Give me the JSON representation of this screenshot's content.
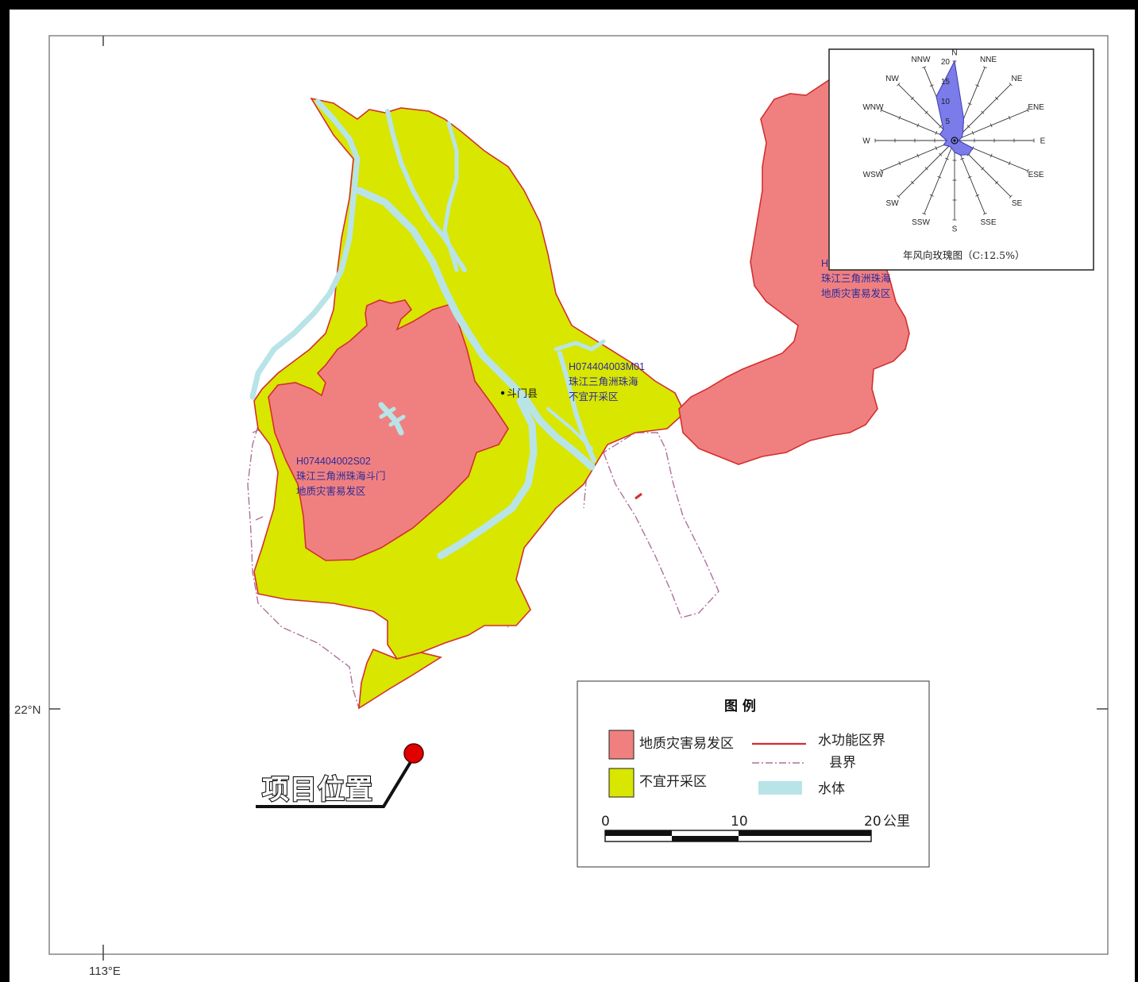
{
  "coordinates": {
    "lat_label": "22°N",
    "lon_label": "113°E"
  },
  "places": {
    "town": "斗门县"
  },
  "zones": {
    "z1": {
      "code": "H074404002S02",
      "line1": "珠江三角洲珠海斗门",
      "line2": "地质灾害易发区"
    },
    "z2": {
      "code": "H074404003M01",
      "line1": "珠江三角洲珠海",
      "line2": "不宜开采区"
    },
    "z3": {
      "code": "H",
      "line1": "珠江三角洲珠海",
      "line2": "地质灾害易发区"
    }
  },
  "project": {
    "label": "项目位置"
  },
  "legend": {
    "title": "图 例",
    "items": [
      {
        "label": "地质灾害易发区",
        "color": "#f08080"
      },
      {
        "label": "不宜开采区",
        "color": "#d8e600"
      },
      {
        "label": "水功能区界",
        "color": "#d32f2f"
      },
      {
        "label": "县界",
        "color": "#b0709a"
      },
      {
        "label": "水体",
        "color": "#b8e4e8"
      }
    ],
    "scale": {
      "ticks": [
        "0",
        "10",
        "20"
      ],
      "unit": "公里"
    }
  },
  "wind_rose": {
    "caption": "年风向玫瑰图（C:12.5%）",
    "ring_labels": [
      "5",
      "10",
      "15",
      "20"
    ],
    "directions": [
      "N",
      "NNE",
      "NE",
      "ENE",
      "E",
      "ESE",
      "SE",
      "SSE",
      "S",
      "SSW",
      "SW",
      "WSW",
      "W",
      "WNW",
      "NW",
      "NNW"
    ],
    "frequencies": [
      20,
      6,
      3,
      2,
      1,
      5,
      5,
      4,
      3,
      2,
      2,
      3,
      2,
      4,
      4,
      12
    ],
    "max": 20
  },
  "colors": {
    "hazard": "#f08080",
    "unsuitable": "#d8e600",
    "water": "#b8e4e8",
    "boundary": "#d32f2f",
    "county": "#b0709a",
    "rose": "#7b7bea"
  }
}
